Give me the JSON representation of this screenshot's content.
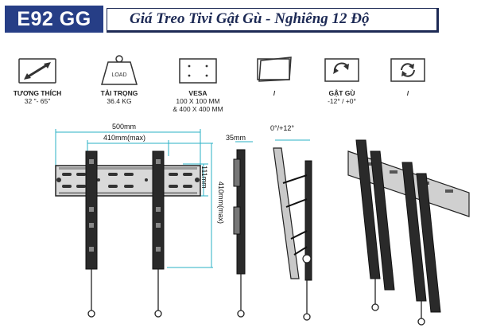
{
  "header": {
    "model": "E92 GG",
    "title": "Giá Treo Tivi Gật Gù - Nghiêng 12 Độ"
  },
  "specs": [
    {
      "icon": "double-arrow-icon",
      "label": "TƯƠNG THÍCH",
      "value": "32 \"- 65\""
    },
    {
      "icon": "weight-icon",
      "icon_text": "LOAD",
      "label": "TẢI TRỌNG",
      "value": "36.4 KG"
    },
    {
      "icon": "vesa-pattern-icon",
      "label": "VESA",
      "value": "100 X 100 MM",
      "value2": "& 400 X 400 MM"
    },
    {
      "icon": "tilt-screen-icon",
      "label": "/"
    },
    {
      "icon": "tilt-rotate-icon",
      "label": "GẬT GÙ",
      "value": "-12° / +0°"
    },
    {
      "icon": "rotate-icon",
      "label": "/"
    }
  ],
  "dimensions": {
    "width_total": "500mm",
    "width_max": "410mm(max)",
    "height_bracket": "111mm",
    "height_max": "410mm(max)",
    "depth": "35mm",
    "tilt": "0°/+12°"
  },
  "colors": {
    "badge": "#263e86",
    "title": "#1d2a55",
    "dim_line": "#2ab0c6",
    "metal": "#2a2a2a"
  }
}
